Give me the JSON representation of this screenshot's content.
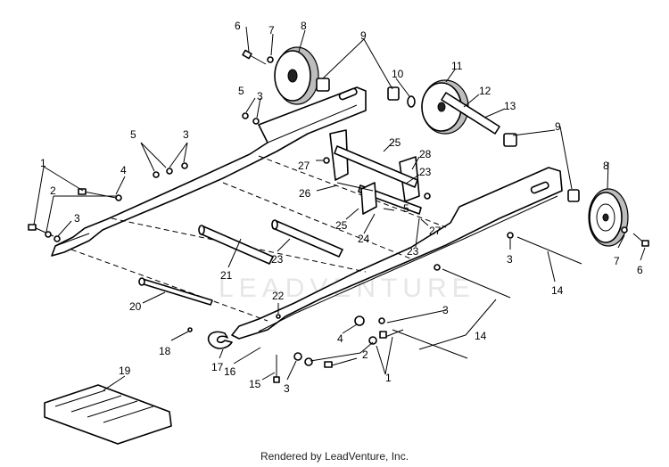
{
  "watermark": "LEADVENTURE",
  "footer": "Rendered by LeadVenture, Inc.",
  "callouts": [
    "1",
    "2",
    "3",
    "4",
    "5",
    "6",
    "7",
    "8",
    "9",
    "10",
    "11",
    "12",
    "13",
    "14",
    "15",
    "16",
    "17",
    "18",
    "19",
    "20",
    "21",
    "22",
    "23",
    "24",
    "25",
    "26",
    "27",
    "28"
  ]
}
